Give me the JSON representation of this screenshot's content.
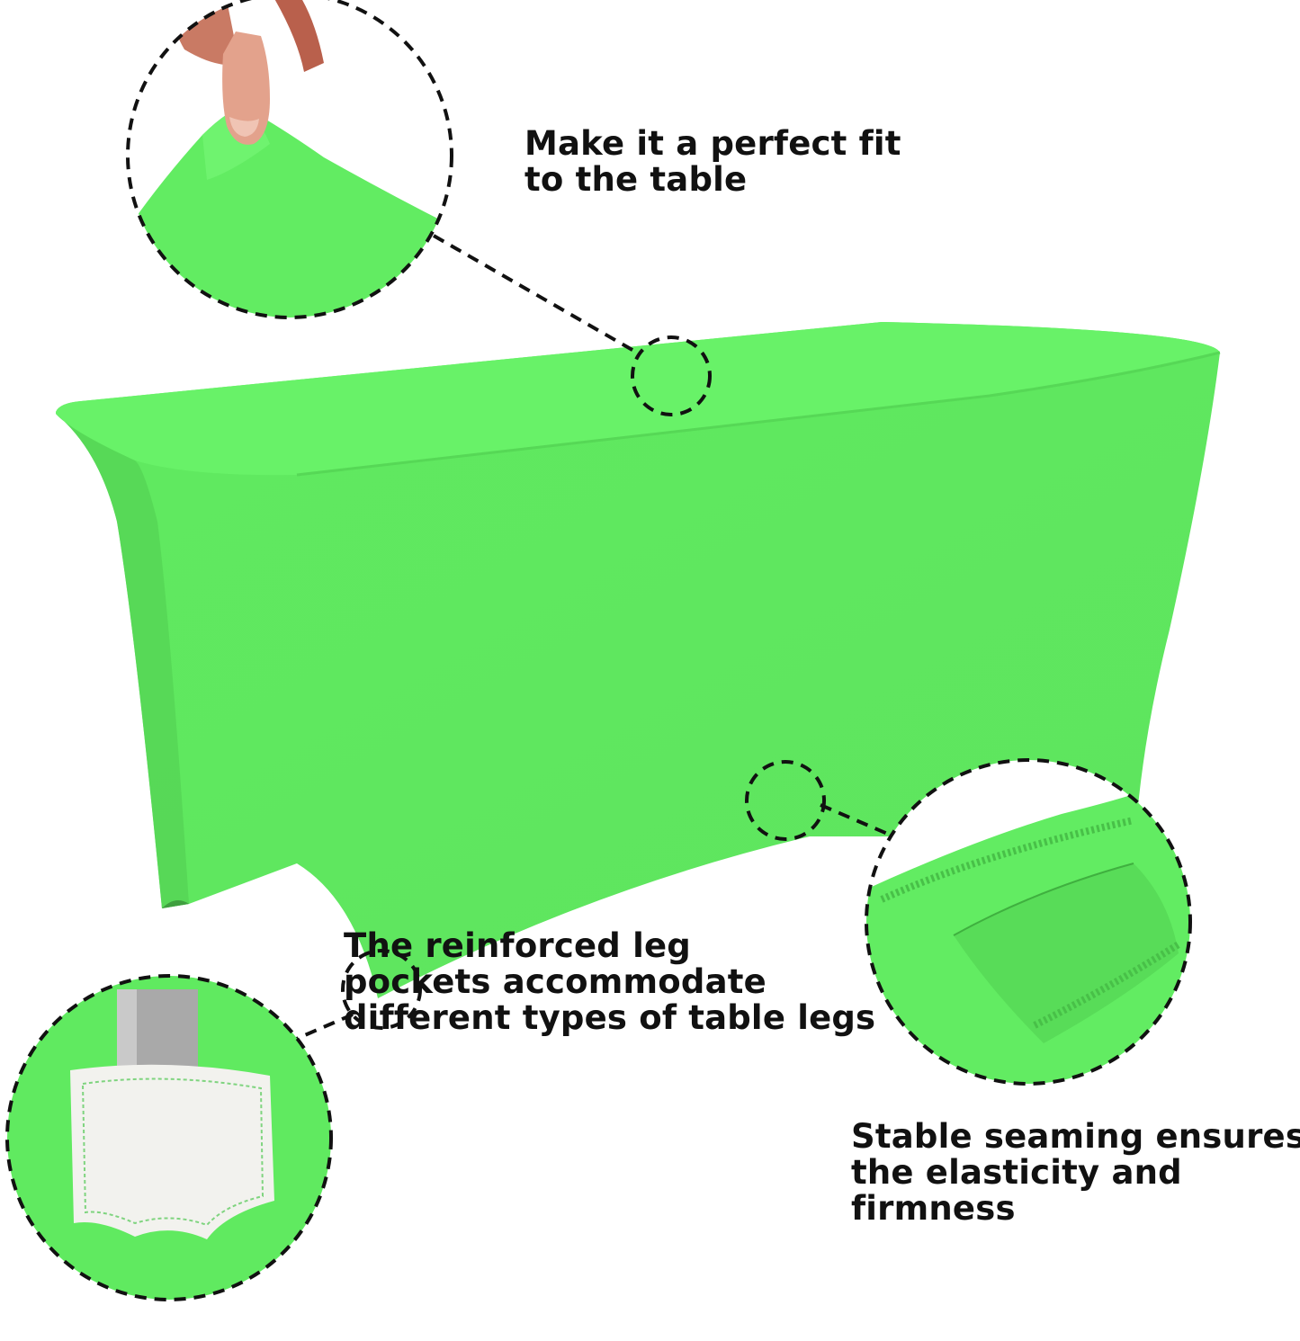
{
  "colors": {
    "cover_green": "#62ec62",
    "cover_top": "#68f268",
    "cover_shadow": "#55d455",
    "dashed_outline": "#111111",
    "pocket_white": "#f2f2ee",
    "leg_grey": "#a9a9a9",
    "skin": "#d9927a"
  },
  "callouts": {
    "fit": {
      "lines": [
        "Make it a perfect fit",
        "to the table"
      ]
    },
    "seam": {
      "lines": [
        "Stable seaming ensures",
        "the elasticity and",
        "firmness"
      ]
    },
    "leg": {
      "lines": [
        "The reinforced leg",
        "pockets accommodate",
        "different types of table legs"
      ]
    }
  }
}
